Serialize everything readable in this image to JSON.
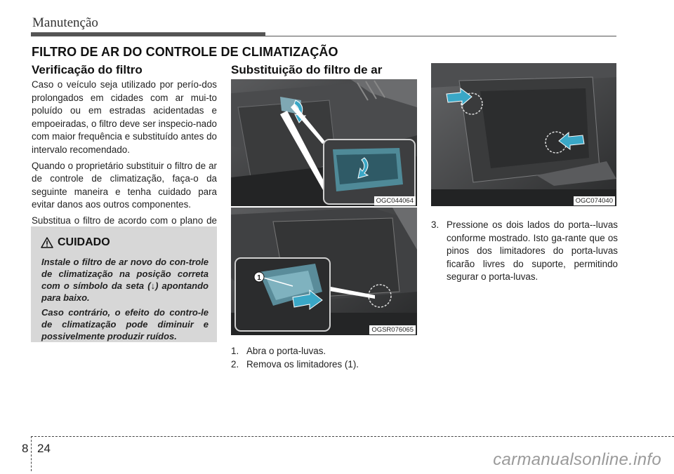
{
  "header": {
    "running_title": "Manutenção"
  },
  "section_title": "FILTRO DE AR DO CONTROLE DE CLIMATIZAÇÃO",
  "left": {
    "heading": "Verificação do filtro",
    "paragraphs": [
      "Caso o veículo seja utilizado por perío-dos prolongados em cidades com ar mui-to poluído ou em estradas acidentadas e empoeiradas, o filtro deve ser inspecio-nado com maior frequência e substituído antes do intervalo recomendado.",
      "Quando o proprietário substituir o filtro de ar de controle de climatização, faça-o da seguinte maneira e tenha cuidado para evitar danos aos outros componentes.",
      "Substitua o filtro de acordo com o plano de manutenção."
    ],
    "caution": {
      "title": "CUIDADO",
      "icon": "warning-triangle-icon",
      "paragraphs": [
        "Instale o filtro de ar novo do con-trole de climatização na posição correta com o símbolo da seta (↓) apontando para baixo.",
        "Caso contrário, o efeito do contro-le de climatização pode diminuir e possivelmente produzir ruídos."
      ]
    }
  },
  "middle": {
    "heading": "Substituição do filtro de ar",
    "figure_top_code": "OGC044064",
    "figure_bottom_code": "OGSR076065",
    "callout_number": "1",
    "steps": [
      {
        "num": "1.",
        "text": "Abra o porta-luvas."
      },
      {
        "num": "2.",
        "text": "Remova os limitadores (1)."
      }
    ]
  },
  "right": {
    "figure_code": "OGC074040",
    "steps": [
      {
        "num": "3.",
        "text": "Pressione os dois lados do porta--luvas conforme mostrado. Isto ga-rante que os pinos dos limitadores do porta-luvas ficarão livres do suporte, permitindo segurar o porta-luvas."
      }
    ]
  },
  "footer": {
    "chapter": "8",
    "page": "24",
    "watermark": "carmanualsonline.info"
  },
  "colors": {
    "accent_arrow": "#3aa7c6",
    "caution_bg": "#d7d7d7",
    "rule": "#555555"
  }
}
